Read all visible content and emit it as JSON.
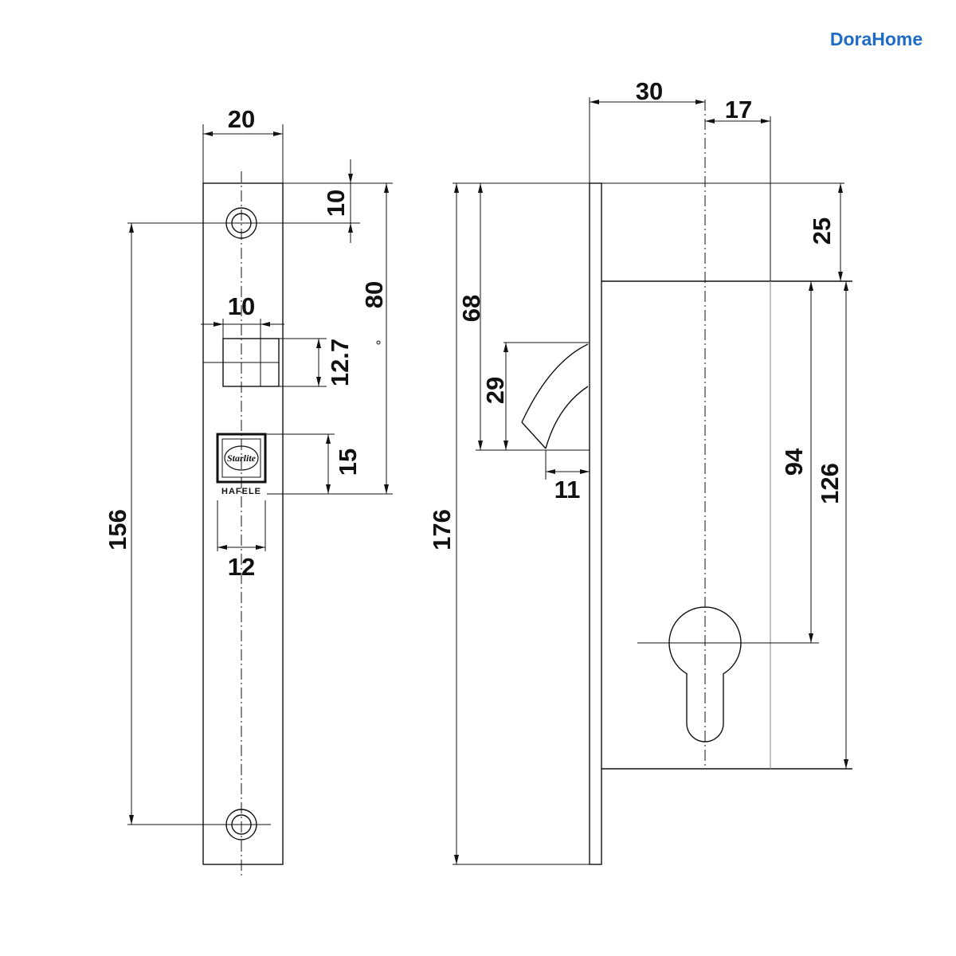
{
  "brand": {
    "name": "DoraHome",
    "color": "#1e6cc6"
  },
  "faceplate": {
    "width_label": "20",
    "top_screw_offset_label": "10",
    "latch_center_label": "80",
    "screw_spacing_label": "156",
    "latch_width_label": "10",
    "latch_opening_label": "12.7",
    "stamp_height_label": "15",
    "stamp_width_label": "12",
    "stamp": {
      "logo": "Starlite",
      "maker": "HAFELE"
    }
  },
  "side_view": {
    "backset_label": "30",
    "cylinder_offset_label": "17",
    "body_top_label": "25",
    "total_height_label": "176",
    "latch_position_label": "68",
    "latch_height_label": "29",
    "latch_throw_label": "11",
    "cylinder_center_label": "94",
    "body_height_label": "126"
  }
}
